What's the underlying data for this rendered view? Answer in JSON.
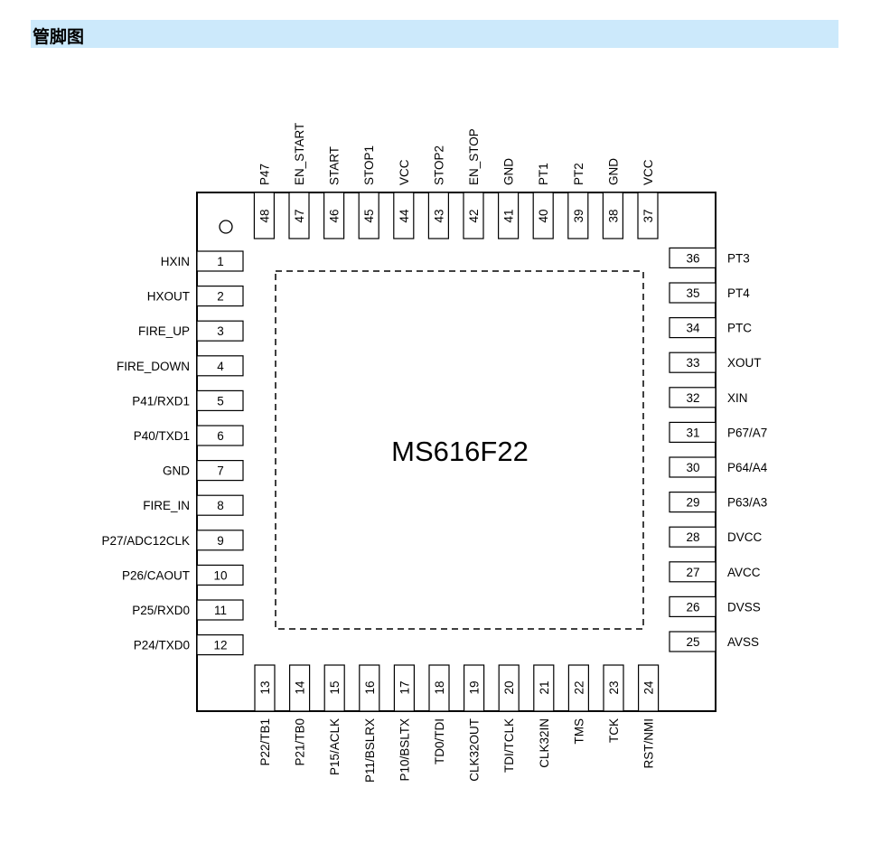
{
  "header": {
    "title": "管脚图"
  },
  "chip": {
    "name": "MS616F22"
  },
  "pins": {
    "left": [
      {
        "num": "1",
        "label": "HXIN"
      },
      {
        "num": "2",
        "label": "HXOUT"
      },
      {
        "num": "3",
        "label": "FIRE_UP"
      },
      {
        "num": "4",
        "label": "FIRE_DOWN"
      },
      {
        "num": "5",
        "label": "P41/RXD1"
      },
      {
        "num": "6",
        "label": "P40/TXD1"
      },
      {
        "num": "7",
        "label": "GND"
      },
      {
        "num": "8",
        "label": "FIRE_IN"
      },
      {
        "num": "9",
        "label": "P27/ADC12CLK"
      },
      {
        "num": "10",
        "label": "P26/CAOUT"
      },
      {
        "num": "11",
        "label": "P25/RXD0"
      },
      {
        "num": "12",
        "label": "P24/TXD0"
      }
    ],
    "bottom": [
      {
        "num": "13",
        "label": "P22/TB1"
      },
      {
        "num": "14",
        "label": "P21/TB0"
      },
      {
        "num": "15",
        "label": "P15/ACLK"
      },
      {
        "num": "16",
        "label": "P11/BSLRX"
      },
      {
        "num": "17",
        "label": "P10/BSLTX"
      },
      {
        "num": "18",
        "label": "TD0/TDI"
      },
      {
        "num": "19",
        "label": "CLK32OUT"
      },
      {
        "num": "20",
        "label": "TDI/TCLK"
      },
      {
        "num": "21",
        "label": "CLK32IN"
      },
      {
        "num": "22",
        "label": "TMS"
      },
      {
        "num": "23",
        "label": "TCK"
      },
      {
        "num": "24",
        "label": "RST/NMI"
      }
    ],
    "right": [
      {
        "num": "25",
        "label": "AVSS"
      },
      {
        "num": "26",
        "label": "DVSS"
      },
      {
        "num": "27",
        "label": "AVCC"
      },
      {
        "num": "28",
        "label": "DVCC"
      },
      {
        "num": "29",
        "label": "P63/A3"
      },
      {
        "num": "30",
        "label": "P64/A4"
      },
      {
        "num": "31",
        "label": "P67/A7"
      },
      {
        "num": "32",
        "label": "XIN"
      },
      {
        "num": "33",
        "label": "XOUT"
      },
      {
        "num": "34",
        "label": "PTC"
      },
      {
        "num": "35",
        "label": "PT4"
      },
      {
        "num": "36",
        "label": "PT3"
      }
    ],
    "top": [
      {
        "num": "37",
        "label": "VCC"
      },
      {
        "num": "38",
        "label": "GND"
      },
      {
        "num": "39",
        "label": "PT2"
      },
      {
        "num": "40",
        "label": "PT1"
      },
      {
        "num": "41",
        "label": "GND"
      },
      {
        "num": "42",
        "label": "EN_STOP"
      },
      {
        "num": "43",
        "label": "STOP2"
      },
      {
        "num": "44",
        "label": "VCC"
      },
      {
        "num": "45",
        "label": "STOP1"
      },
      {
        "num": "46",
        "label": "START"
      },
      {
        "num": "47",
        "label": "EN_START"
      },
      {
        "num": "48",
        "label": "P47"
      }
    ]
  }
}
